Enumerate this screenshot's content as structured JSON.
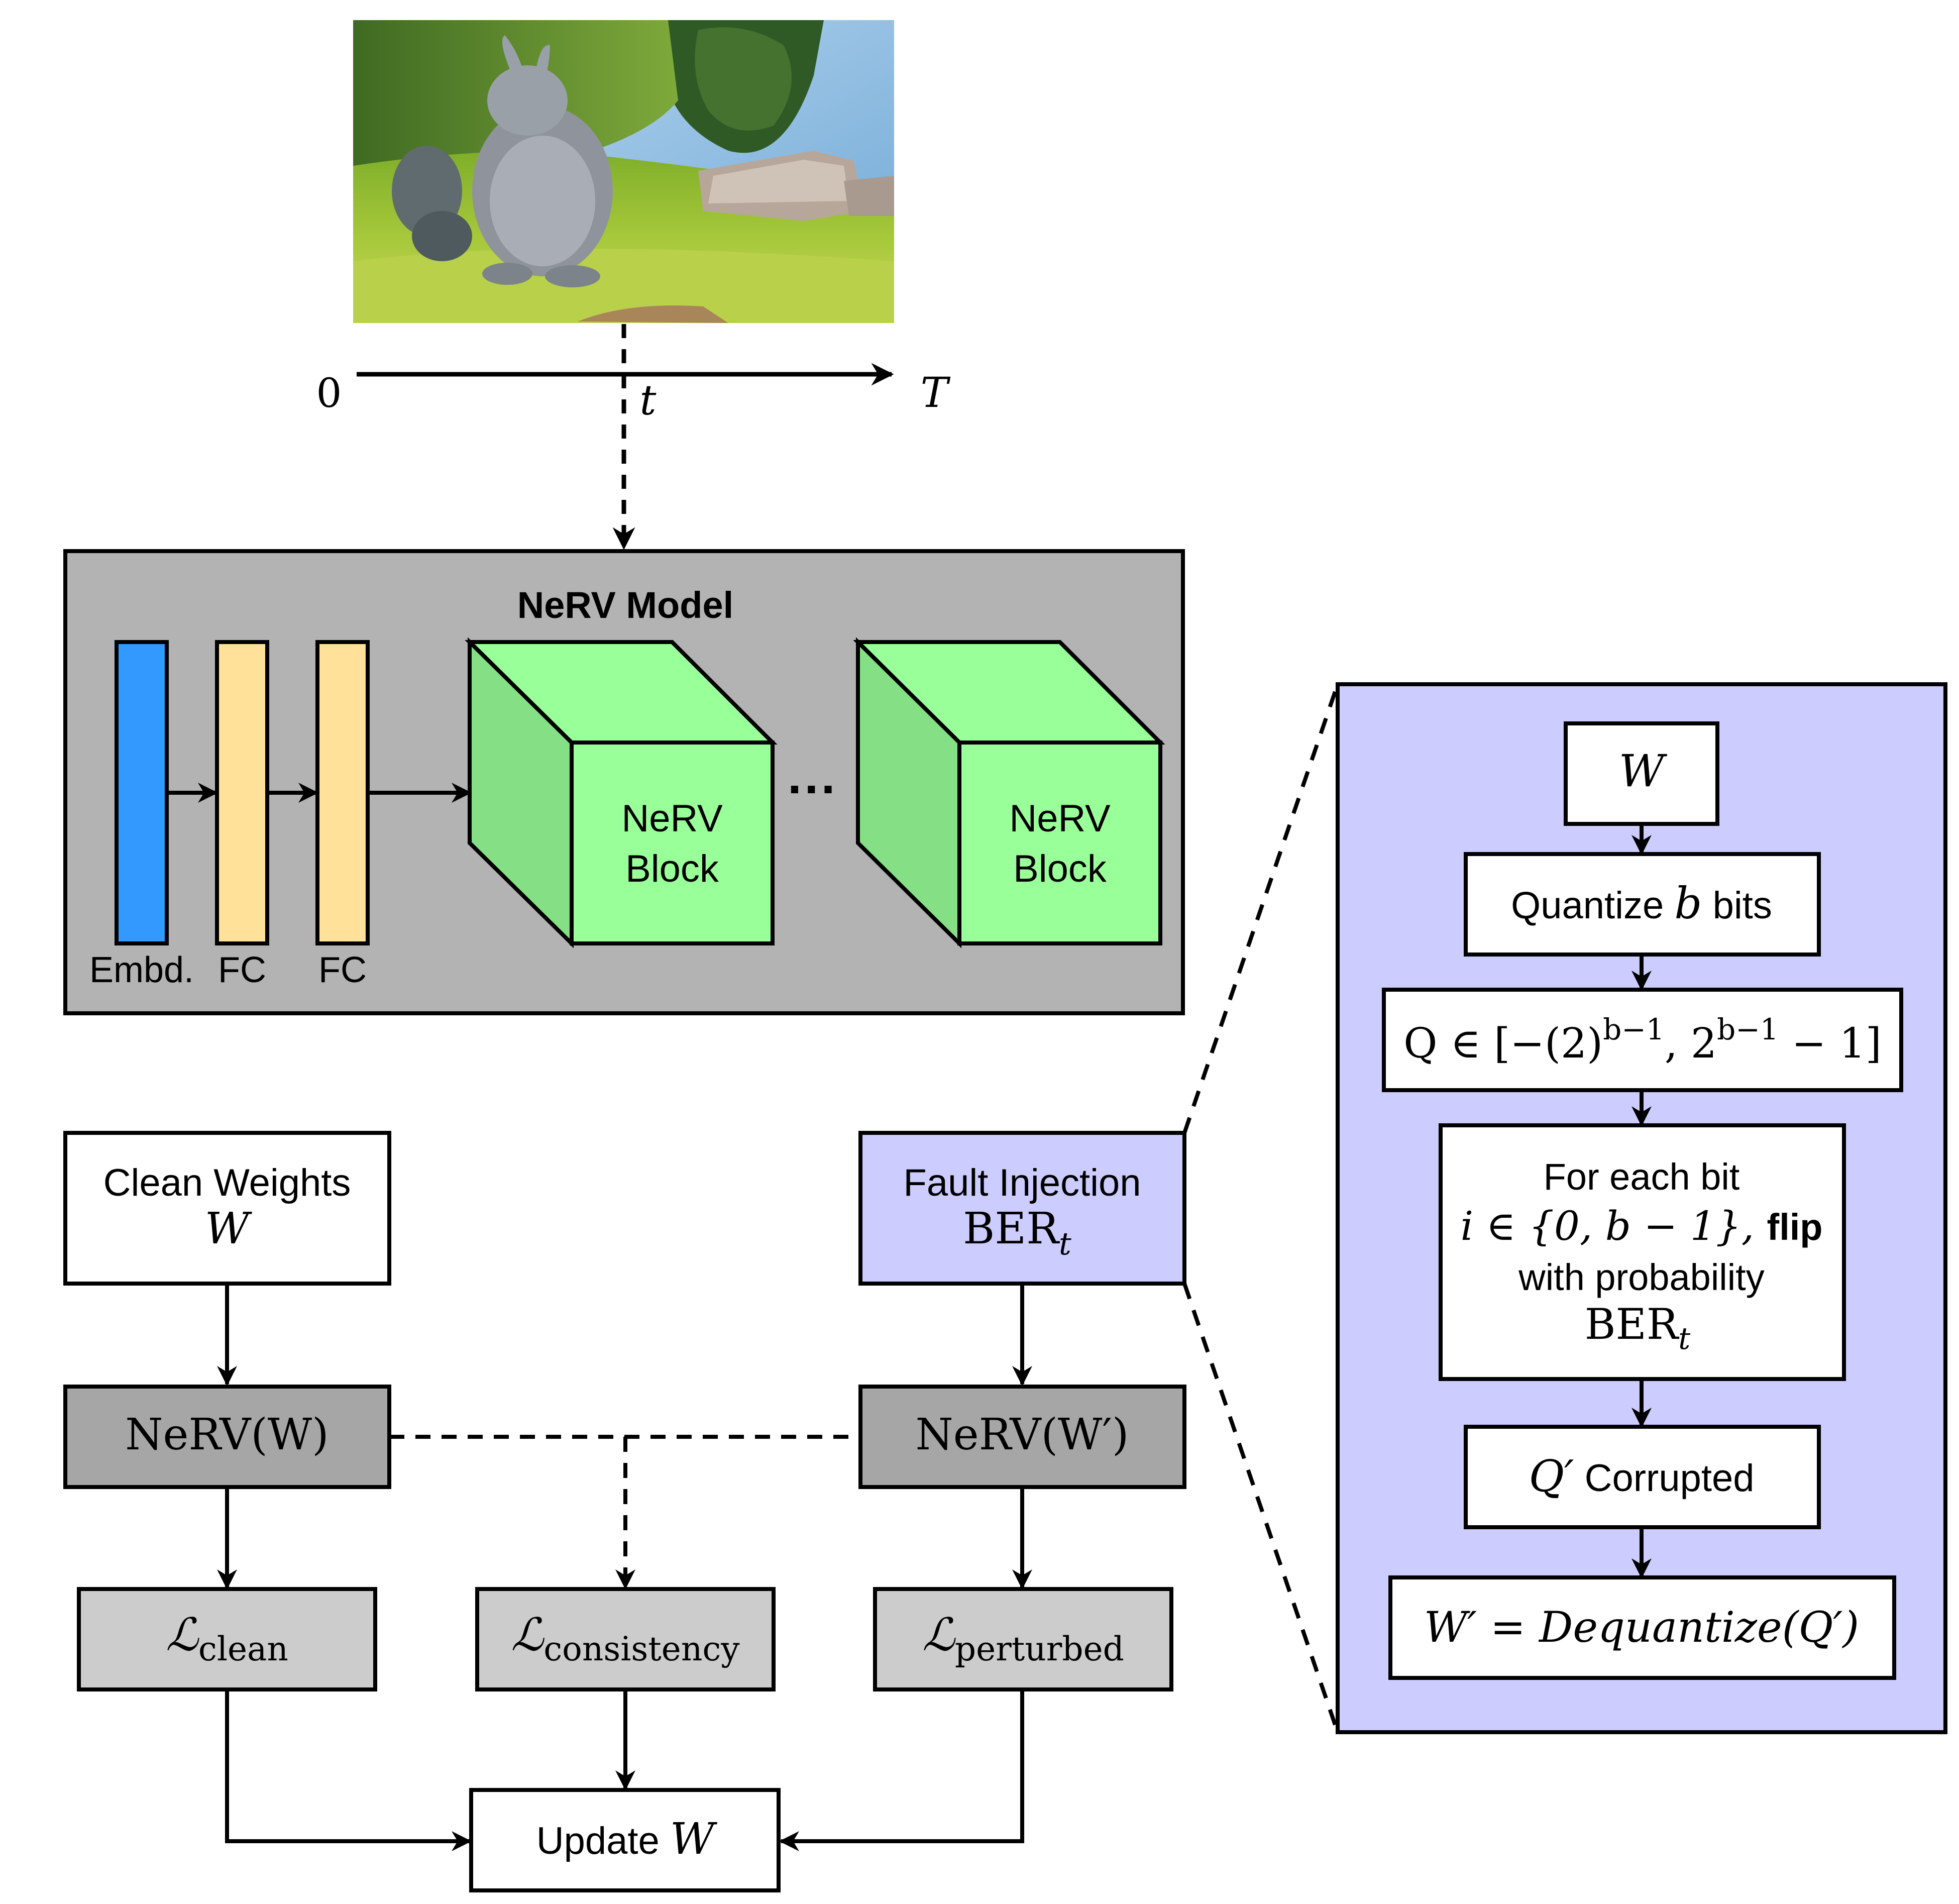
{
  "timeline": {
    "start_label": "0",
    "t_label": "t",
    "end_label": "T"
  },
  "nerv_model": {
    "title": "NeRV Model",
    "embd_label": "Embd.",
    "fc1_label": "FC",
    "fc2_label": "FC",
    "block1_line1": "NeRV",
    "block1_line2": "Block",
    "block2_line1": "NeRV",
    "block2_line2": "Block",
    "ellipsis": "···"
  },
  "flow": {
    "clean_weights_line1": "Clean Weights",
    "clean_weights_line2": "W",
    "fault_injection_line1": "Fault Injection",
    "fault_injection_line2_base": "BER",
    "fault_injection_line2_sub": "t",
    "nerv_w_label": "NeRV(W)",
    "nerv_wprime_label": "NeRV(W′)",
    "loss_clean_sym": "ℒ",
    "loss_clean_sub": "clean",
    "loss_consistency_sym": "ℒ",
    "loss_consistency_sub": "consistency",
    "loss_perturbed_sym": "ℒ",
    "loss_perturbed_sub": "perturbed",
    "update_text": "Update ",
    "update_var": "W"
  },
  "fault_panel": {
    "w_label": "W",
    "quantize_pre": "Quantize ",
    "quantize_var": "b",
    "quantize_post": " bits",
    "q_range_main": "Q ∈ [−(2)",
    "q_range_exp1": "b−1",
    "q_range_mid": ", 2",
    "q_range_exp2": "b−1",
    "q_range_end": " − 1]",
    "foreach_line1": "For each bit",
    "foreach_line2_math": "i ∈ {0, b − 1}, ",
    "foreach_line2_bold": "flip",
    "foreach_line3": "with probability",
    "foreach_line4_base": "BER",
    "foreach_line4_sub": "t",
    "corrupted_var": "Q′",
    "corrupted_text": " Corrupted",
    "dequantize_label": "W′ = Dequantize(Q′)"
  },
  "colors": {
    "model_bg": "#b3b3b3",
    "embd_blue": "#3399ff",
    "fc_yellow": "#ffe199",
    "block_front": "#99ff99",
    "block_side": "#85e085",
    "fault_lavender": "#ccccff",
    "nerv_gray": "#a6a6a6",
    "loss_gray": "#cccccc",
    "stroke": "#000000"
  }
}
